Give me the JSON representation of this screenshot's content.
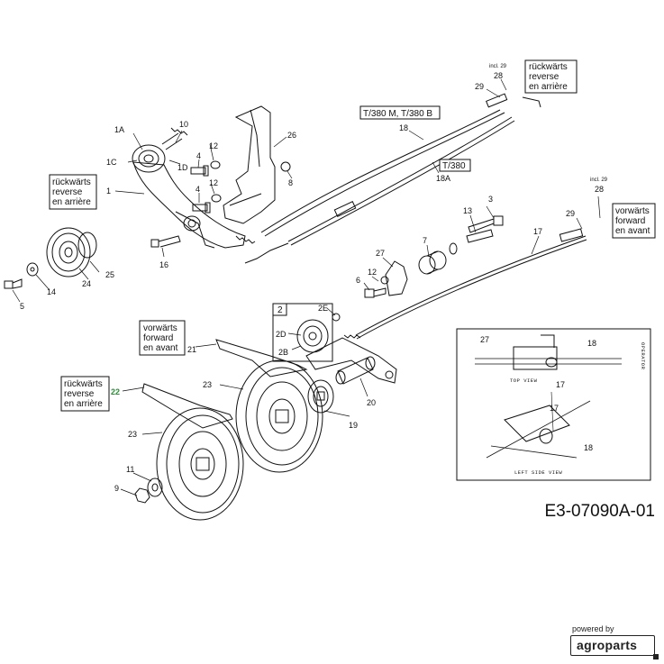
{
  "drawing_code": "E3-07090A-01",
  "branding": {
    "powered_by": "powered by",
    "brand_name": "agroparts"
  },
  "boxes": {
    "reverse_top": [
      "rückwärts",
      "reverse",
      "en arrière"
    ],
    "reverse_left": [
      "rückwärts",
      "reverse",
      "en arrière"
    ],
    "forward_right": [
      "vorwärts",
      "forward",
      "en avant"
    ],
    "forward_mid": [
      "vorwärts",
      "forward",
      "en avant"
    ],
    "reverse_bottom": [
      "rückwärts",
      "reverse",
      "en arrière"
    ],
    "models_1": "T/380 M, T/380 B",
    "models_2": "T/380",
    "sub_2": "2"
  },
  "labels": {
    "p1A": "1A",
    "p1C": "1C",
    "p1D": "1D",
    "p1": "1",
    "p10": "10",
    "p4a": "4",
    "p4b": "4",
    "p12a": "12",
    "p12b": "12",
    "p12c": "12",
    "p26": "26",
    "p8": "8",
    "p16": "16",
    "p24": "24",
    "p25": "25",
    "p14": "14",
    "p5": "5",
    "p18": "18",
    "p18A": "18A",
    "p28a": "28",
    "p28b": "28",
    "p29a": "29",
    "p29b": "29",
    "incl29a": "incl. 29",
    "incl29b": "incl. 29",
    "p3": "3",
    "p13": "13",
    "p7": "7",
    "p27": "27",
    "p6": "6",
    "p17": "17",
    "p2E": "2E",
    "p2D": "2D",
    "p2B": "2B",
    "p21": "21",
    "p22": "22",
    "p23a": "23",
    "p23b": "23",
    "p19": "19",
    "p20": "20",
    "p11": "11",
    "p9": "9"
  },
  "inset": {
    "l27": "27",
    "l18a": "18",
    "l17a": "17",
    "l17b": "17",
    "l18b": "18",
    "top_view": "TOP VIEW",
    "side_view": "LEFT SIDE VIEW",
    "operator": "OPERATOR"
  },
  "colors": {
    "line": "#111111",
    "highlight": "#2e8b3a"
  }
}
